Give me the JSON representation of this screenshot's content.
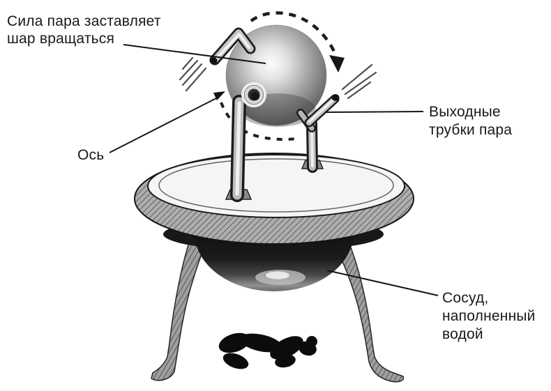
{
  "labels": {
    "steam_force": {
      "line1": "Сила пара заставляет",
      "line2": "шар вращаться"
    },
    "axis": {
      "text": "Ось"
    },
    "outlet_tubes": {
      "line1": "Выходные",
      "line2": "трубки пара"
    },
    "vessel": {
      "line1": "Сосуд,",
      "line2": "наполненный",
      "line3": "водой"
    }
  },
  "colors": {
    "ink": "#1a1a1a",
    "background": "#ffffff"
  }
}
